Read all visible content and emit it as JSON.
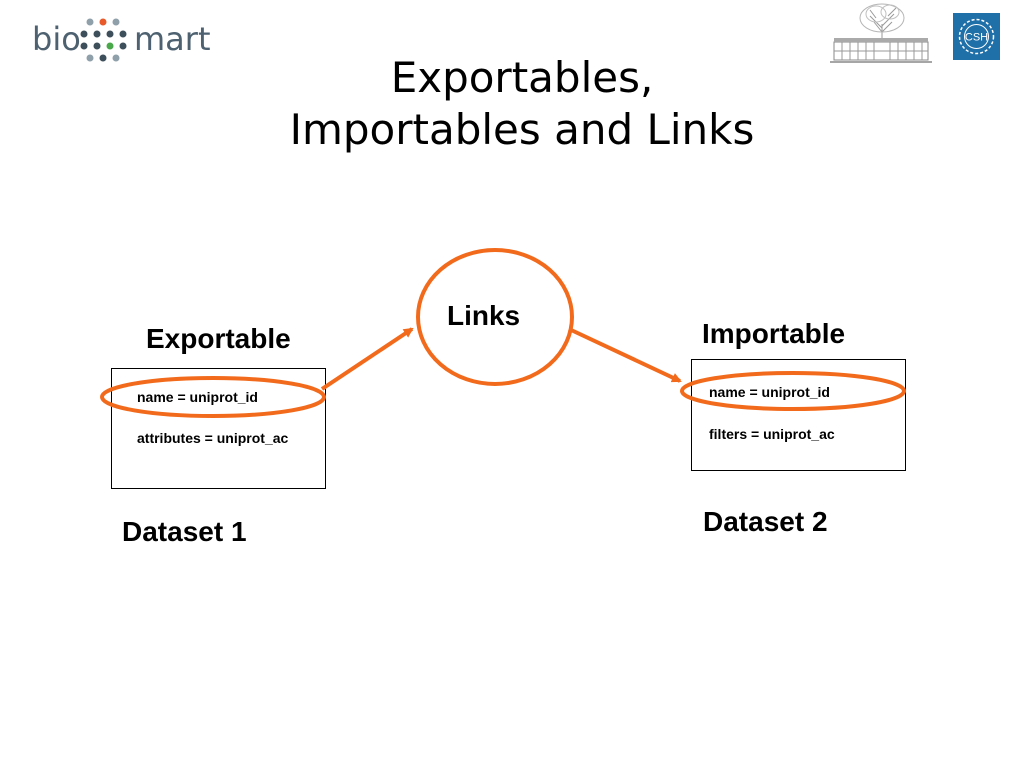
{
  "header": {
    "logo_left": {
      "part1": "bio",
      "part2": "mart",
      "icon": "biomart-dots-logo"
    },
    "logo_lab": {
      "icon": "laboratory-building-logo"
    },
    "logo_csh": {
      "text": "CSH",
      "icon": "csh-seal-logo"
    }
  },
  "title": {
    "line1": "Exportables,",
    "line2": "Importables and Links"
  },
  "diagram": {
    "links_label": "Links",
    "exportable": {
      "label": "Exportable",
      "fields": [
        "name = uniprot_id",
        "attributes = uniprot_ac"
      ],
      "dataset": "Dataset 1"
    },
    "importable": {
      "label": "Importable",
      "fields": [
        "name = uniprot_id",
        "filters = uniprot_ac"
      ],
      "dataset": "Dataset 2"
    },
    "colors": {
      "accent": "#f26a1b",
      "text": "#000000",
      "logo_text": "#4d6170",
      "csh_blue": "#1f6fa8"
    }
  }
}
